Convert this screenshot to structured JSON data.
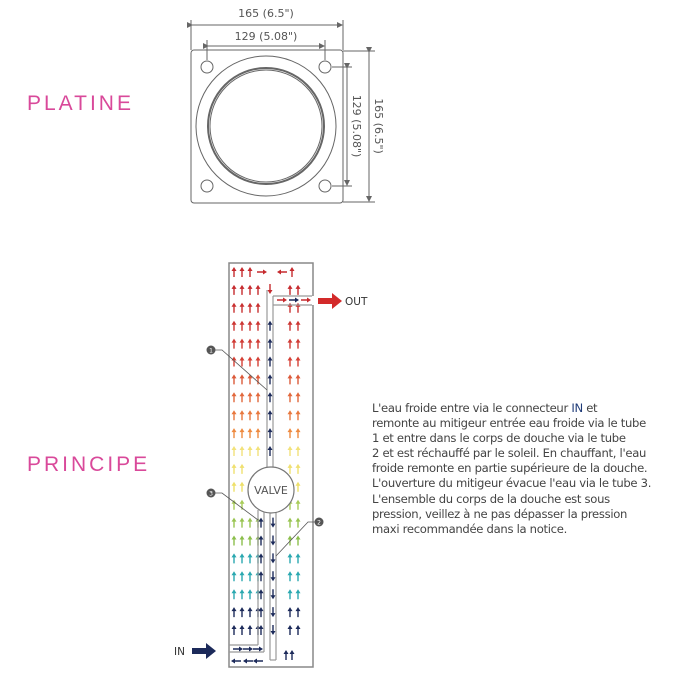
{
  "sections": {
    "platine": "PLATINE",
    "principe": "PRINCIPE"
  },
  "platine": {
    "outer_width": "165 (6.5\")",
    "hole_spacing_width": "129 (5.08\")",
    "hole_spacing_height": "129 (5.08\")",
    "outer_height": "165 (6.5\")"
  },
  "principe": {
    "out_label": "OUT",
    "in_label": "IN",
    "valve_label": "VALVE",
    "tube_markers": [
      "1",
      "2",
      "3"
    ],
    "row_colors": [
      "#c62a2e",
      "#c62a2e",
      "#c93030",
      "#cc3532",
      "#d03a34",
      "#d54036",
      "#dc5a3a",
      "#e2683c",
      "#e8783e",
      "#ee8a40",
      "#f2e27a",
      "#f0e070",
      "#eee06a",
      "#a8cc58",
      "#98c450",
      "#8cbf4c",
      "#2aa8b0",
      "#2aa8b0",
      "#2aa8b0",
      "#1c2a5a",
      "#1c2a5a",
      "#1c2a5a"
    ],
    "tube_color": "#1c2a5a",
    "out_color": "#d32a2a",
    "in_color": "#1c2a5a"
  },
  "description": {
    "before_in": "L'eau froide entre via le connecteur ",
    "in_word": "IN",
    "after_in": " et\nremonte au mitigeur entrée eau froide via le tube\n1 et entre dans le corps de douche via le tube\n2 et est réchauffé par le soleil. En chauffant, l'eau\nfroide remonte en partie supérieure de la douche.\nL'ouverture du mitigeur évacue l'eau via le tube 3.\nL'ensemble du corps de la douche est sous\npression, veillez à ne pas dépasser la pression\nmaxi recommandée dans la notice."
  }
}
